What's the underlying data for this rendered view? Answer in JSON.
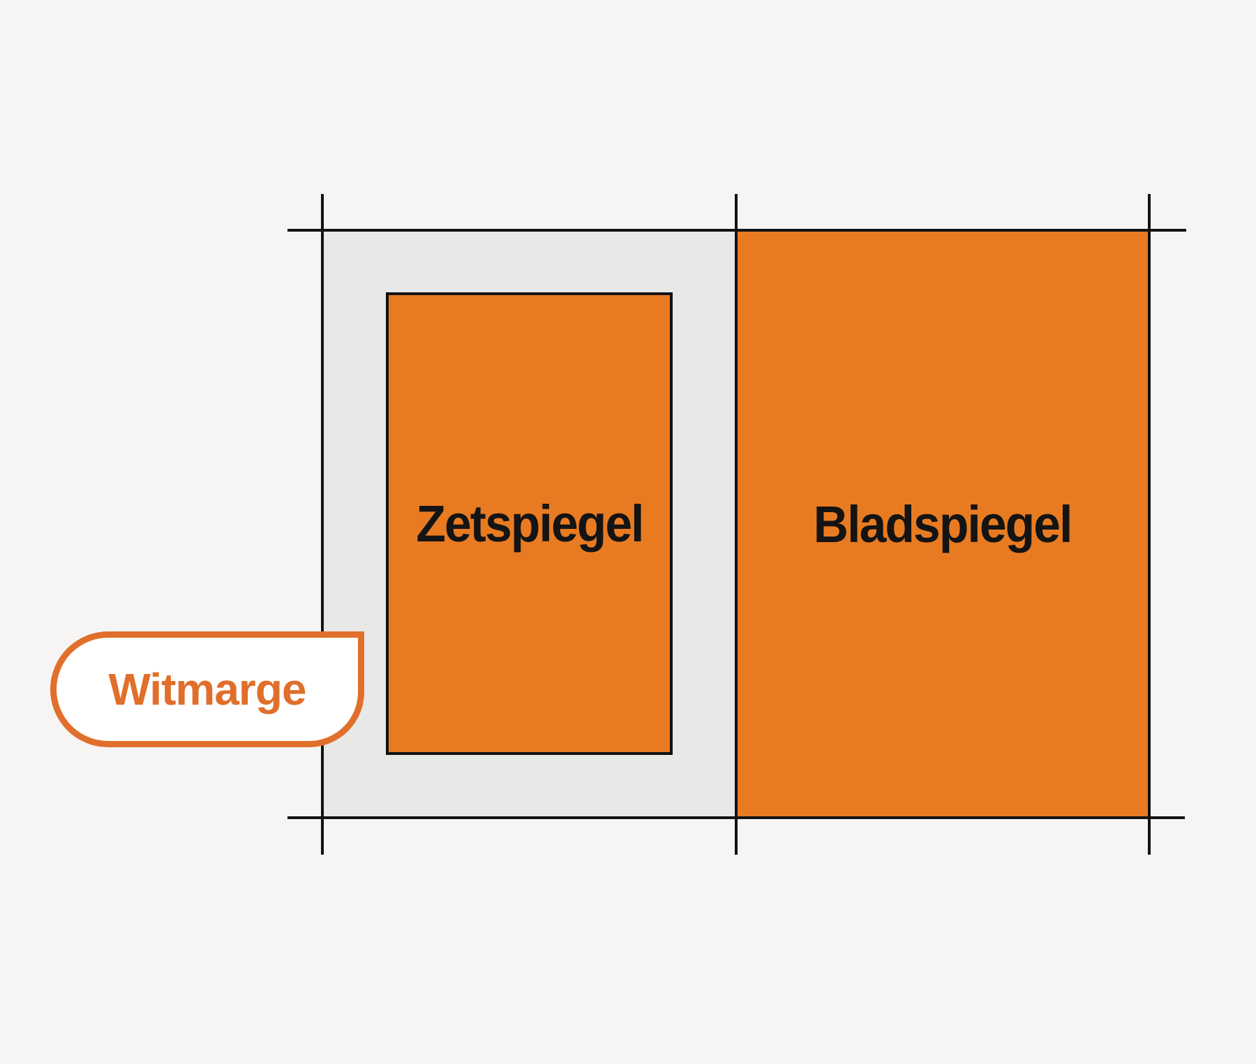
{
  "diagram": {
    "zetspiegel": {
      "label": "Zetspiegel"
    },
    "bladspiegel": {
      "label": "Bladspiegel"
    },
    "witmarge": {
      "label": "Witmarge"
    },
    "colors": {
      "orange_fill": "#e87b22",
      "badge_orange": "#e06f2b",
      "page_gray": "#e8e8e7",
      "background": "#f6f5f4",
      "line_black": "#121212"
    }
  }
}
